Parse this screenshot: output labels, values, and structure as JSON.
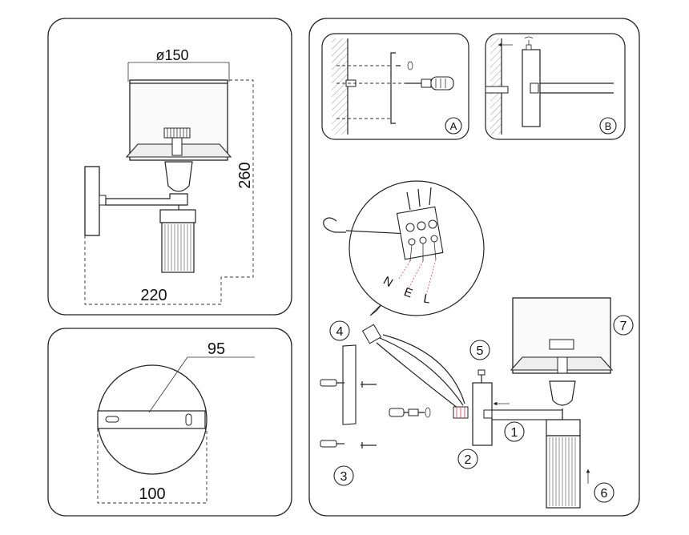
{
  "dimensions": {
    "shade_diameter": "ø150",
    "height": "260",
    "projection": "220",
    "plate_width": "95",
    "plate_diameter": "100"
  },
  "wiring": {
    "n": "N",
    "e": "E",
    "l": "L"
  },
  "details": {
    "a": "A",
    "b": "B"
  },
  "steps": [
    "1",
    "2",
    "3",
    "4",
    "5",
    "6",
    "7"
  ],
  "colors": {
    "line": "#222222",
    "wire_highlight": "#e05a6a",
    "shade_fill": "#f4f4f4"
  }
}
